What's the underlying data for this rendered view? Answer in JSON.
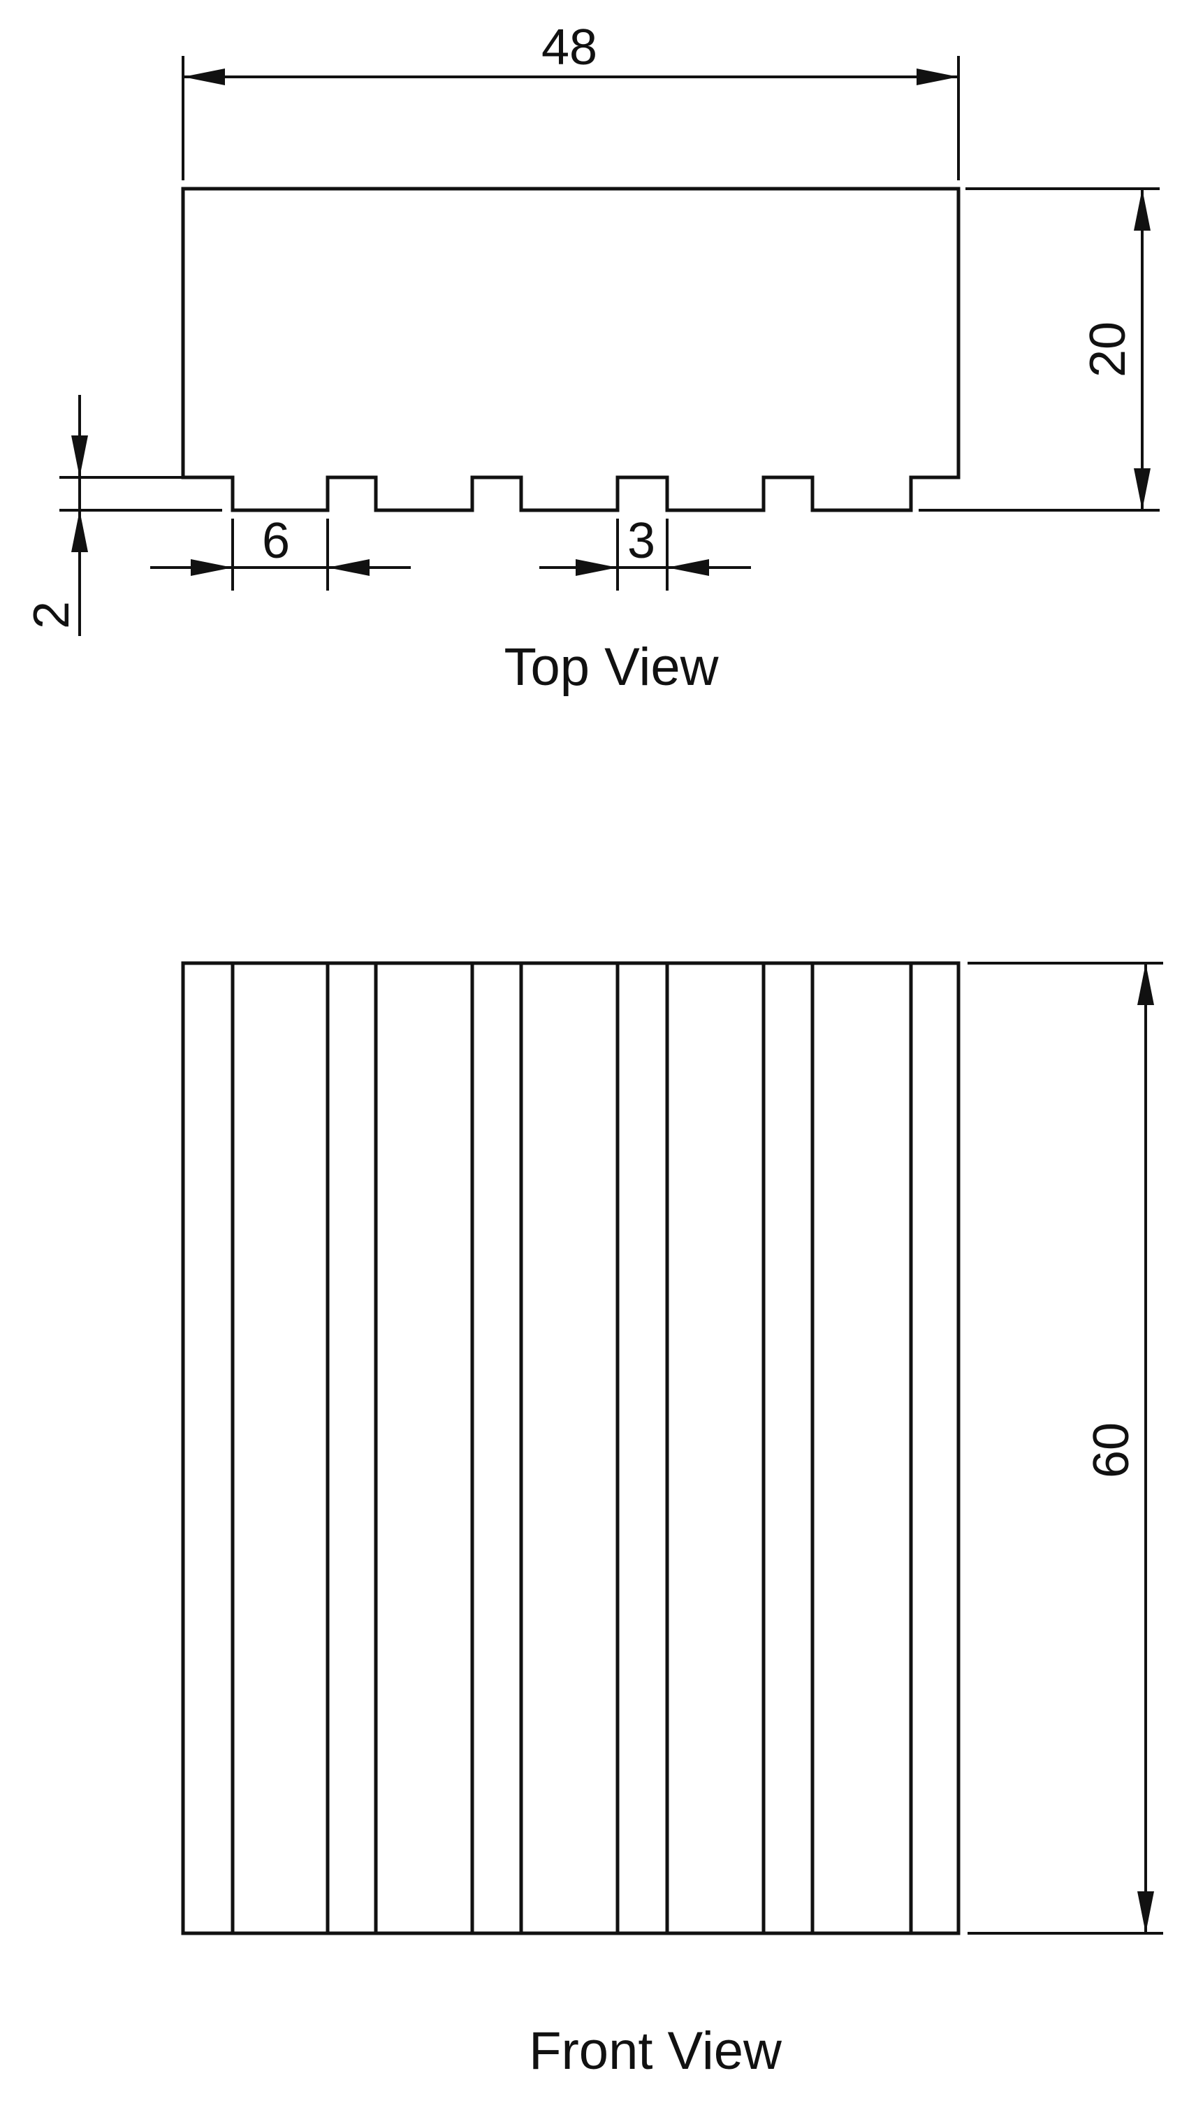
{
  "top_view": {
    "caption": "Top View",
    "dimensions": {
      "width": "48",
      "depth": "20",
      "groove_depth": "2",
      "groove_width": "6",
      "land_width": "3"
    }
  },
  "front_view": {
    "caption": "Front View",
    "dimensions": {
      "height": "60"
    }
  },
  "colors": {
    "line": "#111111",
    "background": "#ffffff"
  }
}
